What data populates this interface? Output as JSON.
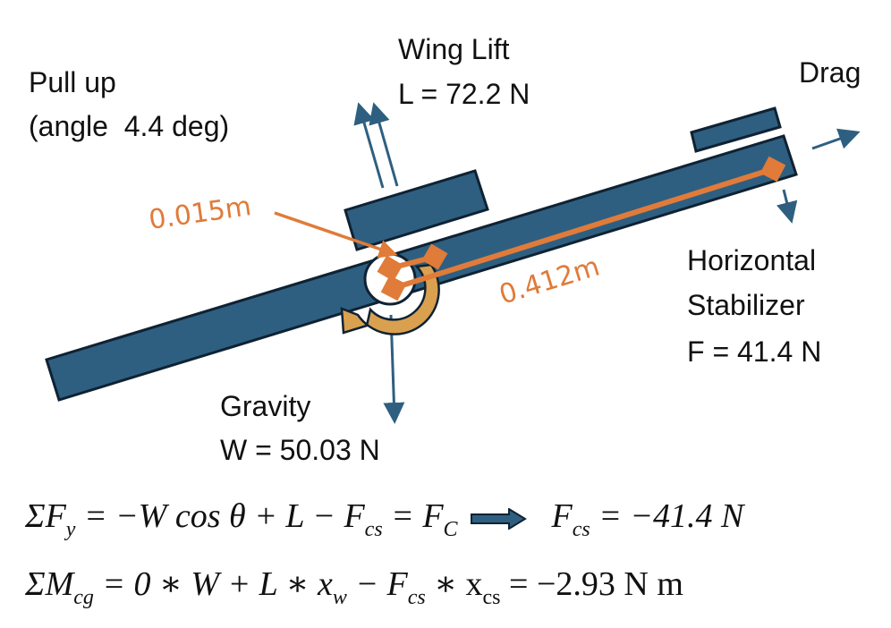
{
  "labels": {
    "pull_up": "Pull up",
    "angle": "(angle  4.4 deg)",
    "wing_lift": "Wing Lift",
    "lift_value": "L = 72.2 N",
    "drag": "Drag",
    "dist_wing": "0.015m",
    "dist_stab": "0.412m",
    "horizontal": "Horizontal",
    "stabilizer": "Stabilizer",
    "stab_force": "F = 41.4 N",
    "gravity": "Gravity",
    "weight": "W = 50.03 N"
  },
  "equations": {
    "force_lhs": "ΣF",
    "force_lhs_sub": "y",
    "force_mid": " = −W cos θ + L − F",
    "force_mid_sub": "cs",
    "force_eq": " = F",
    "force_eq_sub": "C",
    "force_result": "F",
    "force_result_sub": "cs",
    "force_result_value": " = −41.4 N",
    "moment_lhs": "ΣM",
    "moment_lhs_sub": "cg",
    "moment_a": " = 0 ∗ W + L ∗ x",
    "moment_a_sub": "w",
    "moment_b": " − F",
    "moment_b_sub": "cs",
    "moment_c": " ∗ x",
    "moment_c_sub": "cs",
    "moment_result": " = −2.93 N m"
  },
  "colors": {
    "body": "#2e5f80",
    "outline": "#0f2233",
    "orange": "#e07b39",
    "gold": "#d9a050",
    "arrow": "#2e5f80"
  }
}
